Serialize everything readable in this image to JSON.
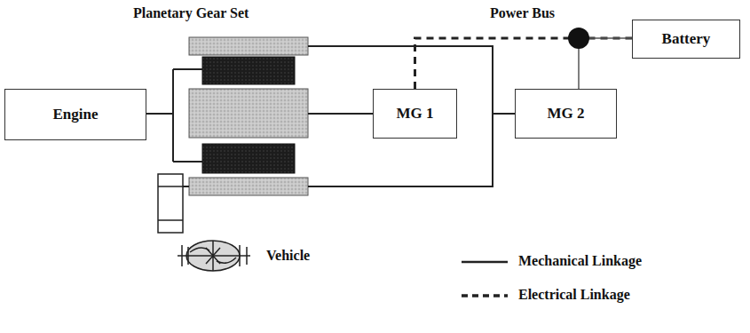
{
  "diagram": {
    "nodes": [
      {
        "text": [
          "Engine"
        ]
      },
      {
        "text": [
          "MG 1"
        ]
      },
      {
        "text": [
          "MG 2"
        ]
      },
      {
        "text": [
          "Battery"
        ]
      }
    ],
    "edges": [
      {
        "from": 1,
        "to": 3,
        "arrow": "none"
      },
      {
        "from": 2,
        "to": 3,
        "arrow": "none"
      }
    ],
    "labels": [
      "Planetary Gear Set",
      "Power Bus",
      "Vehicle"
    ],
    "legend": [
      {
        "text": "Mechanical Linkage"
      },
      {
        "text": "Electrical Linkage"
      }
    ]
  }
}
